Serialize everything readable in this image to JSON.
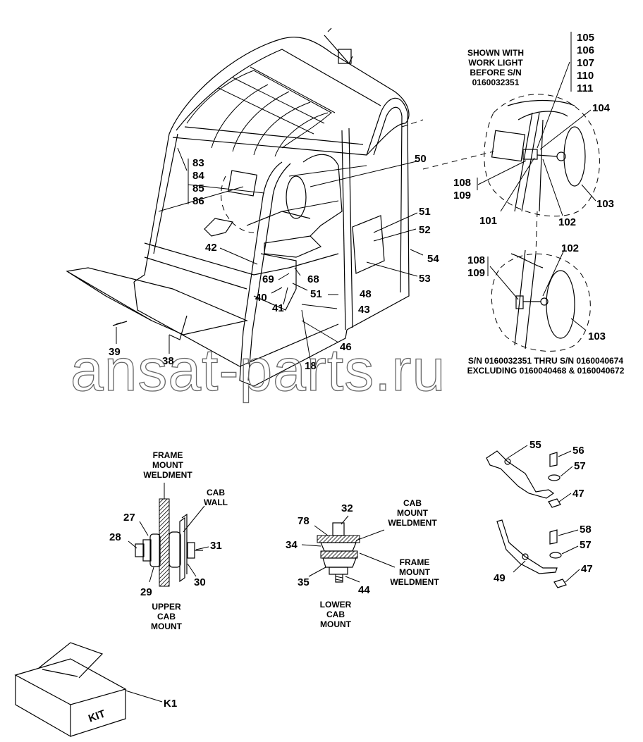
{
  "watermark": "ansat-parts.ru",
  "notes": {
    "work_light": [
      "SHOWN WITH",
      "WORK LIGHT",
      "BEFORE S/N",
      "0160032351"
    ],
    "serial_range": [
      "S/N 0160032351 THRU S/N 0160040674",
      "EXCLUDING 0160040468 & 0160040672"
    ],
    "upper_mount": [
      "UPPER",
      "CAB",
      "MOUNT"
    ],
    "lower_mount": [
      "LOWER",
      "CAB",
      "MOUNT"
    ],
    "frame_mount_upper": [
      "FRAME",
      "MOUNT",
      "WELDMENT"
    ],
    "cab_wall": [
      "CAB",
      "WALL"
    ],
    "cab_mount_weldment": [
      "CAB",
      "MOUNT",
      "WELDMENT"
    ],
    "frame_mount_lower": [
      "FRAME",
      "MOUNT",
      "WELDMENT"
    ],
    "kit_box": "KIT"
  },
  "callouts": {
    "c105": "105",
    "c106": "106",
    "c107": "107",
    "c110": "110",
    "c111": "111",
    "c104": "104",
    "c50": "50",
    "c83": "83",
    "c84": "84",
    "c85": "85",
    "c86": "86",
    "c108a": "108",
    "c109a": "109",
    "c101": "101",
    "c102a": "102",
    "c103a": "103",
    "c51a": "51",
    "c52": "52",
    "c54": "54",
    "c53": "53",
    "c42": "42",
    "c69": "69",
    "c68": "68",
    "c40": "40",
    "c51b": "51",
    "c48": "48",
    "c41": "41",
    "c43": "43",
    "c46": "46",
    "c18": "18",
    "c39": "39",
    "c38": "38",
    "c108b": "108",
    "c109b": "109",
    "c102b": "102",
    "c103b": "103",
    "c55": "55",
    "c56": "56",
    "c57a": "57",
    "c47a": "47",
    "c58": "58",
    "c57b": "57",
    "c47b": "47",
    "c49": "49",
    "c27": "27",
    "c28": "28",
    "c29": "29",
    "c30": "30",
    "c31": "31",
    "c78": "78",
    "c32": "32",
    "c34": "34",
    "c35": "35",
    "c44": "44",
    "cK1": "K1"
  }
}
